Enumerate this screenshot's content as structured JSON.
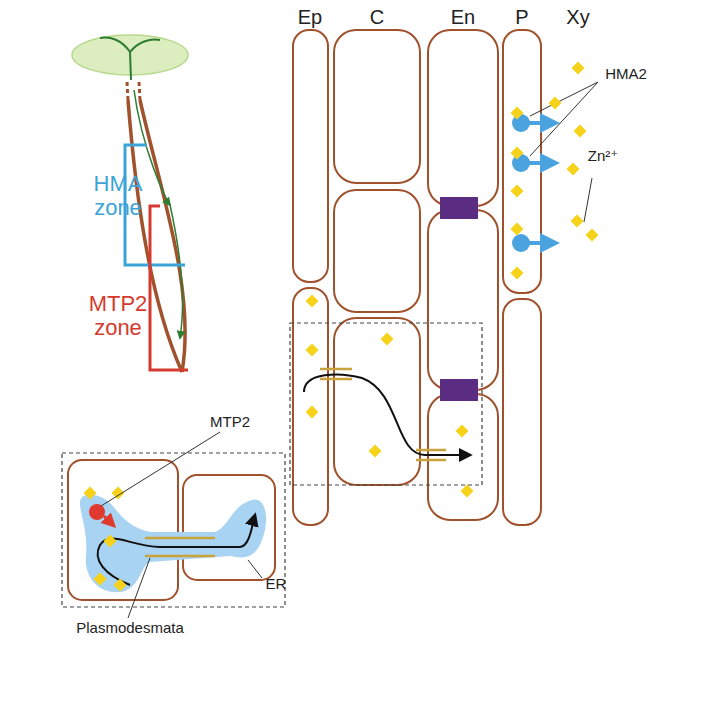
{
  "diagram": {
    "labels": [
      "HMA zone",
      "MTP2 zone",
      "Ep",
      "C",
      "En",
      "P",
      "Xy",
      "HMA2",
      "Zn²⁺",
      "MTP2",
      "ER",
      "Plasmodesmata"
    ]
  }
}
